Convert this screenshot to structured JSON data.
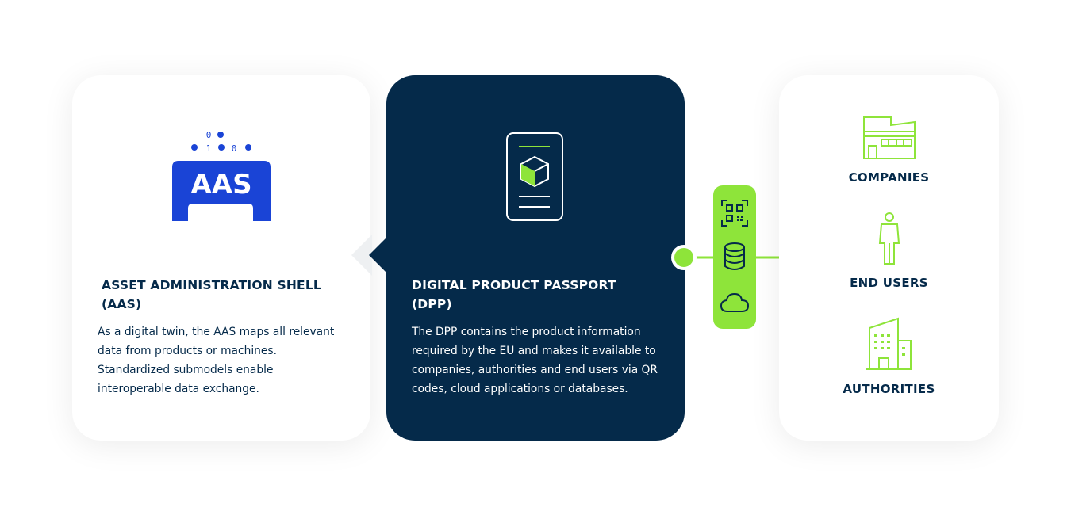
{
  "aas": {
    "logo_text": "AAS",
    "bits": [
      "0",
      "1",
      "0"
    ],
    "title_line1": "ASSET ADMINISTRATION SHELL",
    "title_line2": "(AAS)",
    "body": "As a digital twin, the AAS maps all relevant data from products or machines. Standardized submodels enable interoperable data exchange."
  },
  "dpp": {
    "title_line1": "DIGITAL PRODUCT PASSPORT",
    "title_line2": "(DPP)",
    "body": "The DPP contains the product information required by the EU and makes it available to companies, authorities and end users via QR codes, cloud applications or databases."
  },
  "channels": {
    "icons": [
      "qr-code-icon",
      "database-icon",
      "cloud-icon"
    ]
  },
  "targets": {
    "companies": "COMPANIES",
    "end_users": "END USERS",
    "authorities": "AUTHORITIES"
  },
  "colors": {
    "navy": "#052a4a",
    "green": "#8ee43a",
    "blue": "#1a44d6",
    "white": "#ffffff"
  }
}
